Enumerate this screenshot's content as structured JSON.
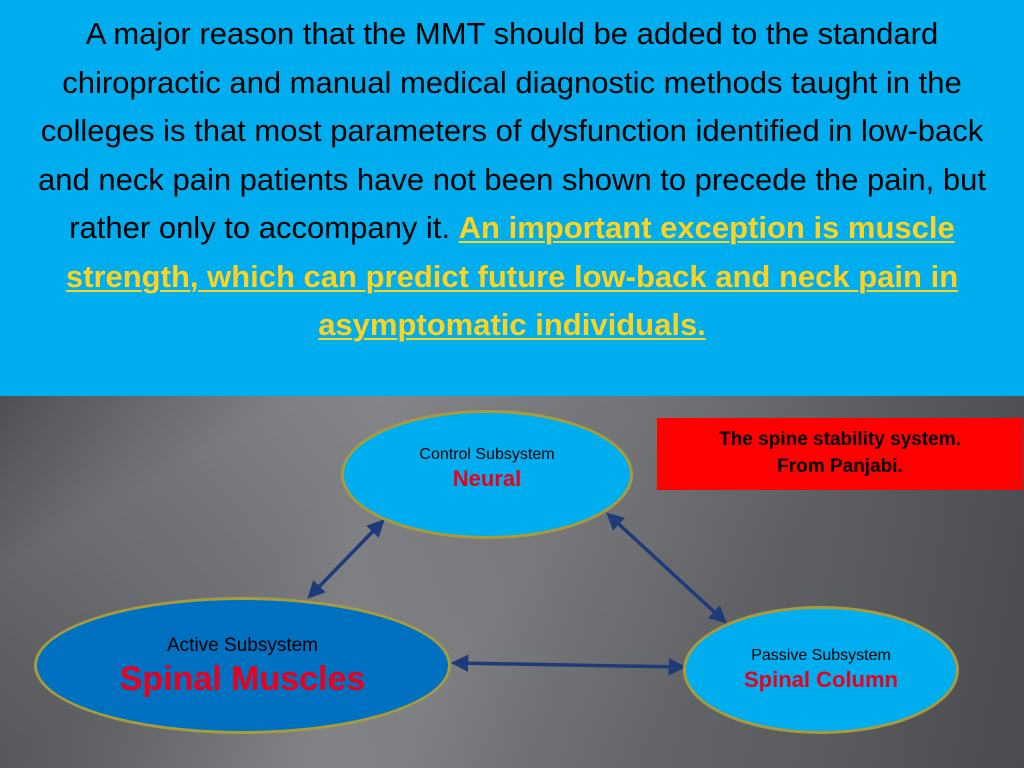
{
  "slide": {
    "paragraph_plain": "A major reason that the MMT should be added to the standard chiropractic and manual medical diagnostic methods taught in the colleges is that most parameters of dysfunction identified in low-back and neck pain patients have not been shown to precede the pain, but rather only to accompany it.",
    "paragraph_highlight": "An important exception is muscle strength, which can predict future low-back and neck pain in asymptomatic individuals."
  },
  "caption": {
    "line1": "The spine stability system.",
    "line2": "From Panjabi."
  },
  "diagram": {
    "nodes": {
      "control": {
        "subtitle": "Control Subsystem",
        "title": "Neural"
      },
      "active": {
        "subtitle": "Active Subsystem",
        "title": "Spinal Muscles"
      },
      "passive": {
        "subtitle": "Passive Subsystem",
        "title": "Spinal Column"
      }
    }
  },
  "colors": {
    "panel_blue": "#00aeef",
    "active_blue": "#0070c0",
    "highlight_yellow": "#ffd21f",
    "label_red": "#e8001c",
    "caption_red": "#ff0000",
    "arrow_navy": "#1f3a78",
    "node_border": "#a89b3c"
  }
}
